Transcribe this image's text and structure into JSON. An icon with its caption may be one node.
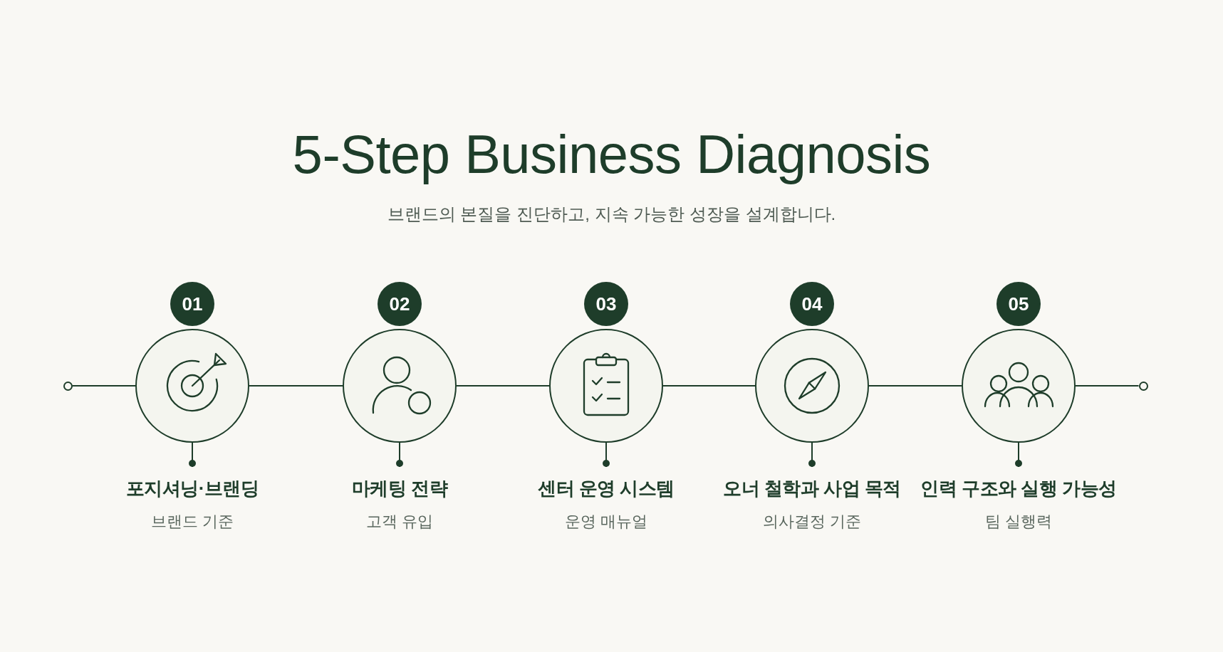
{
  "diagram": {
    "title": "5-Step Business Diagnosis",
    "nodes": [
      {
        "text": [],
        "shape": "circle"
      },
      {
        "text": [
          "01"
        ]
      },
      {
        "text": [],
        "shape": "circle"
      },
      {
        "text": [
          "포지셔닝·브랜딩",
          "브랜드 기준"
        ]
      },
      {
        "text": [
          "02"
        ]
      },
      {
        "text": [],
        "shape": "circle"
      },
      {
        "text": [
          "마케팅 전략",
          "고객 유입"
        ]
      },
      {
        "text": [
          "03"
        ]
      },
      {
        "text": [],
        "shape": "circle"
      },
      {
        "text": [
          "센터 운영 시스템",
          "운영 매뉴얼"
        ]
      },
      {
        "text": [
          "04"
        ]
      },
      {
        "text": [],
        "shape": "circle"
      },
      {
        "text": [
          "오너 철학과 사업 목적",
          "의사결정 기준"
        ]
      },
      {
        "text": [
          "05"
        ]
      },
      {
        "text": [],
        "shape": "circle"
      },
      {
        "text": [
          "인력 구조와 실행 가능성",
          "팀 실행력"
        ]
      },
      {
        "text": [],
        "shape": "circle"
      }
    ],
    "edges": [
      {
        "from": 0,
        "to": 2,
        "arrow": "none"
      },
      {
        "from": 2,
        "to": 5,
        "arrow": "none"
      },
      {
        "from": 5,
        "to": 8,
        "arrow": "none"
      },
      {
        "from": 8,
        "to": 11,
        "arrow": "none"
      },
      {
        "from": 11,
        "to": 14,
        "arrow": "none"
      },
      {
        "from": 14,
        "to": 16,
        "arrow": "none"
      },
      {
        "from": 2,
        "to": 3,
        "arrow": "other"
      },
      {
        "from": 5,
        "to": 6,
        "arrow": "other"
      },
      {
        "from": 8,
        "to": 9,
        "arrow": "other"
      },
      {
        "from": 11,
        "to": 12,
        "arrow": "other"
      },
      {
        "from": 14,
        "to": 15,
        "arrow": "other"
      }
    ],
    "labels": [
      "브랜드의 본질을 진단하고, 지속 가능한 성장을 설계합니다."
    ]
  }
}
